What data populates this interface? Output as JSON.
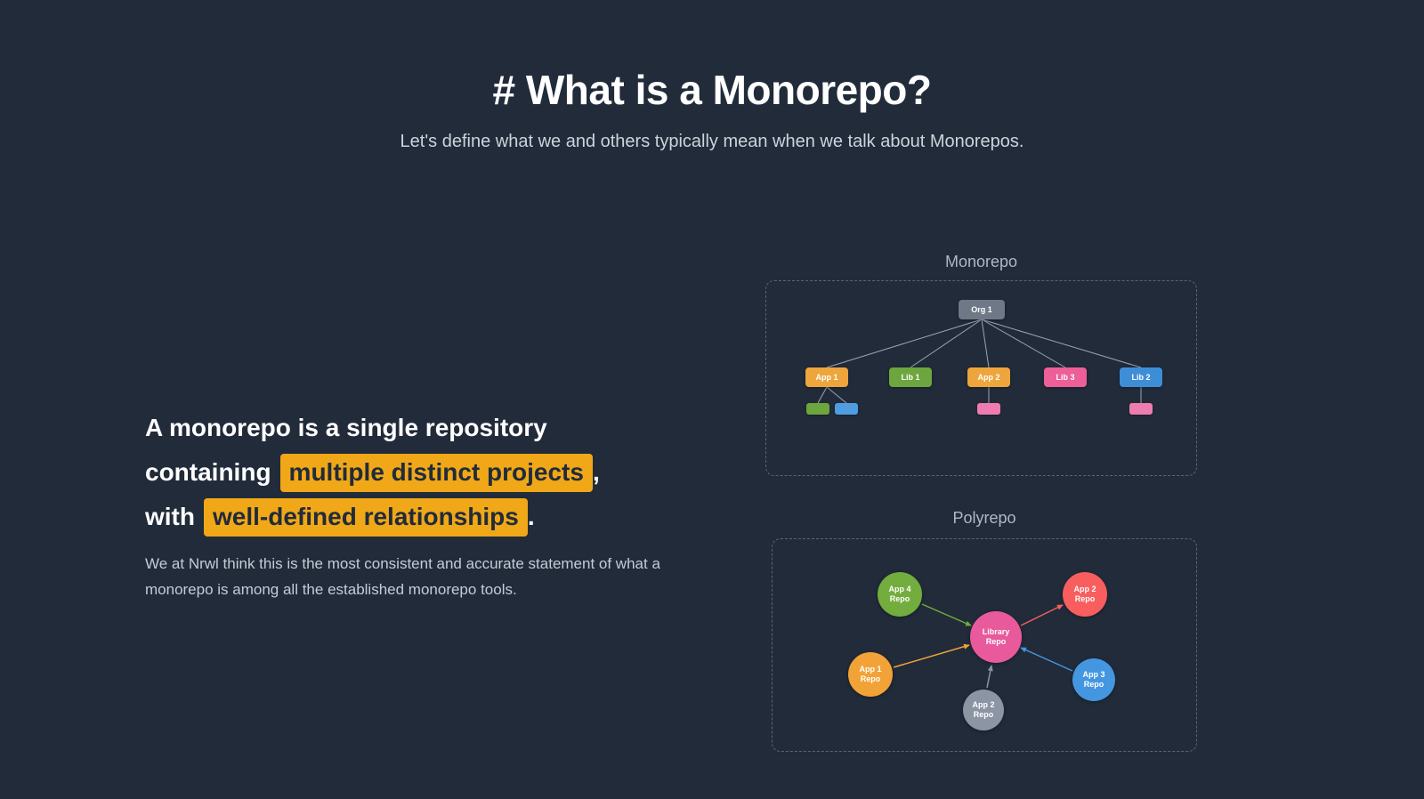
{
  "header": {
    "title": "# What is a Monorepo?",
    "subtitle": "Let's define what we and others typically mean when we talk about Monorepos."
  },
  "statement": {
    "line1": "A monorepo is a single repository",
    "line2_pre": "containing",
    "line2_highlight": "multiple distinct projects",
    "line2_post": ",",
    "line3_pre": "with",
    "line3_highlight": "well-defined relationships",
    "line3_post": ".",
    "highlight_color": "#f0a818",
    "description": "We at Nrwl think this is the most consistent and accurate statement of what a monorepo is among all the established monorepo tools."
  },
  "monorepo": {
    "title": "Monorepo",
    "root": {
      "label": "Org 1",
      "color": "#6e7886"
    },
    "nodes": [
      {
        "label": "App 1",
        "color": "#eda53c"
      },
      {
        "label": "Lib 1",
        "color": "#6da53f"
      },
      {
        "label": "App 2",
        "color": "#eda53c"
      },
      {
        "label": "Lib 3",
        "color": "#ec5f98"
      },
      {
        "label": "Lib 2",
        "color": "#3e8ed7"
      }
    ],
    "mini_nodes": [
      {
        "name": "lib-mini-green",
        "color": "#6da53f"
      },
      {
        "name": "lib-mini-blue",
        "color": "#4f9ce0"
      },
      {
        "name": "lib-mini-pink-app2",
        "color": "#ef7cb0"
      },
      {
        "name": "lib-mini-pink-lib2",
        "color": "#ef7cb0"
      }
    ]
  },
  "polyrepo": {
    "title": "Polyrepo",
    "center": {
      "label": "Library Repo",
      "color": "#e85a9b"
    },
    "satellites": [
      {
        "label": "App 4 Repo",
        "color": "#72ad3d"
      },
      {
        "label": "App 2 Repo",
        "color": "#f85e5e"
      },
      {
        "label": "App 1 Repo",
        "color": "#f2a338"
      },
      {
        "label": "App 3 Repo",
        "color": "#4596e1"
      },
      {
        "label": "App 2 Repo",
        "color": "#8b95a3"
      }
    ]
  },
  "colors": {
    "background": "#212b3a",
    "tree_line": "#9aa5b3",
    "dashed_border": "#59647a"
  }
}
